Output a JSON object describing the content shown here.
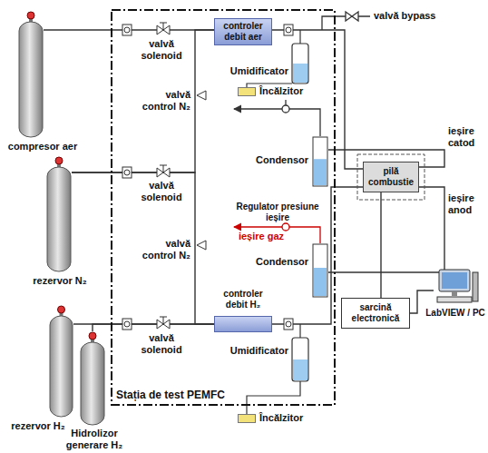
{
  "diagram": {
    "nodes": [
      {
        "text": [
          "Stația de test PEMFC"
        ]
      },
      {
        "text": [
          "compresor aer"
        ]
      },
      {
        "text": [
          "rezervor N₂"
        ]
      },
      {
        "text": [
          "rezervor H₂"
        ]
      },
      {
        "text": [
          "Hidrolizor generare H₂"
        ]
      },
      {
        "text": [
          "controler debit aer"
        ],
        "in": 0
      },
      {
        "text": [
          "Încălzitor"
        ],
        "in": 0
      },
      {
        "text": [
          "Condensor"
        ],
        "in": 0
      },
      {
        "text": [
          "Condensor"
        ],
        "in": 0
      },
      {
        "text": [
          "controler debit H₂"
        ],
        "in": 0
      },
      {
        "text": [
          "Încălzitor"
        ]
      },
      {
        "text": [
          "pilă combustie"
        ]
      },
      {
        "text": [
          "sarcină electronică"
        ]
      },
      {
        "text": [
          "LabVIEW / PC"
        ]
      }
    ],
    "edges": [
      {
        "from": 1,
        "to": 5,
        "arrow": "none"
      },
      {
        "from": 2,
        "to": 5,
        "arrow": "none"
      },
      {
        "from": 2,
        "to": 9,
        "arrow": "none"
      },
      {
        "from": 3,
        "to": 9,
        "arrow": "none"
      },
      {
        "from": 4,
        "to": 9,
        "arrow": "none"
      },
      {
        "from": 5,
        "to": 11,
        "arrow": "none"
      },
      {
        "from": 9,
        "to": 11,
        "arrow": "none"
      },
      {
        "from": 11,
        "to": 7,
        "arrow": "none"
      },
      {
        "from": 11,
        "to": 8,
        "arrow": "none"
      },
      {
        "from": 11,
        "to": 12,
        "arrow": "none"
      },
      {
        "from": 12,
        "to": 13,
        "arrow": "none"
      }
    ],
    "labels": [
      "valvă bypass",
      "valvă solenoid",
      "Umidificator",
      "valvă control N₂",
      "valvă solenoid",
      "ieșire catod",
      "Regulator presiune ieșire",
      "ieșire gaz",
      "ieșire anod",
      "valvă control N₂",
      "valvă solenoid",
      "Umidificator"
    ]
  }
}
